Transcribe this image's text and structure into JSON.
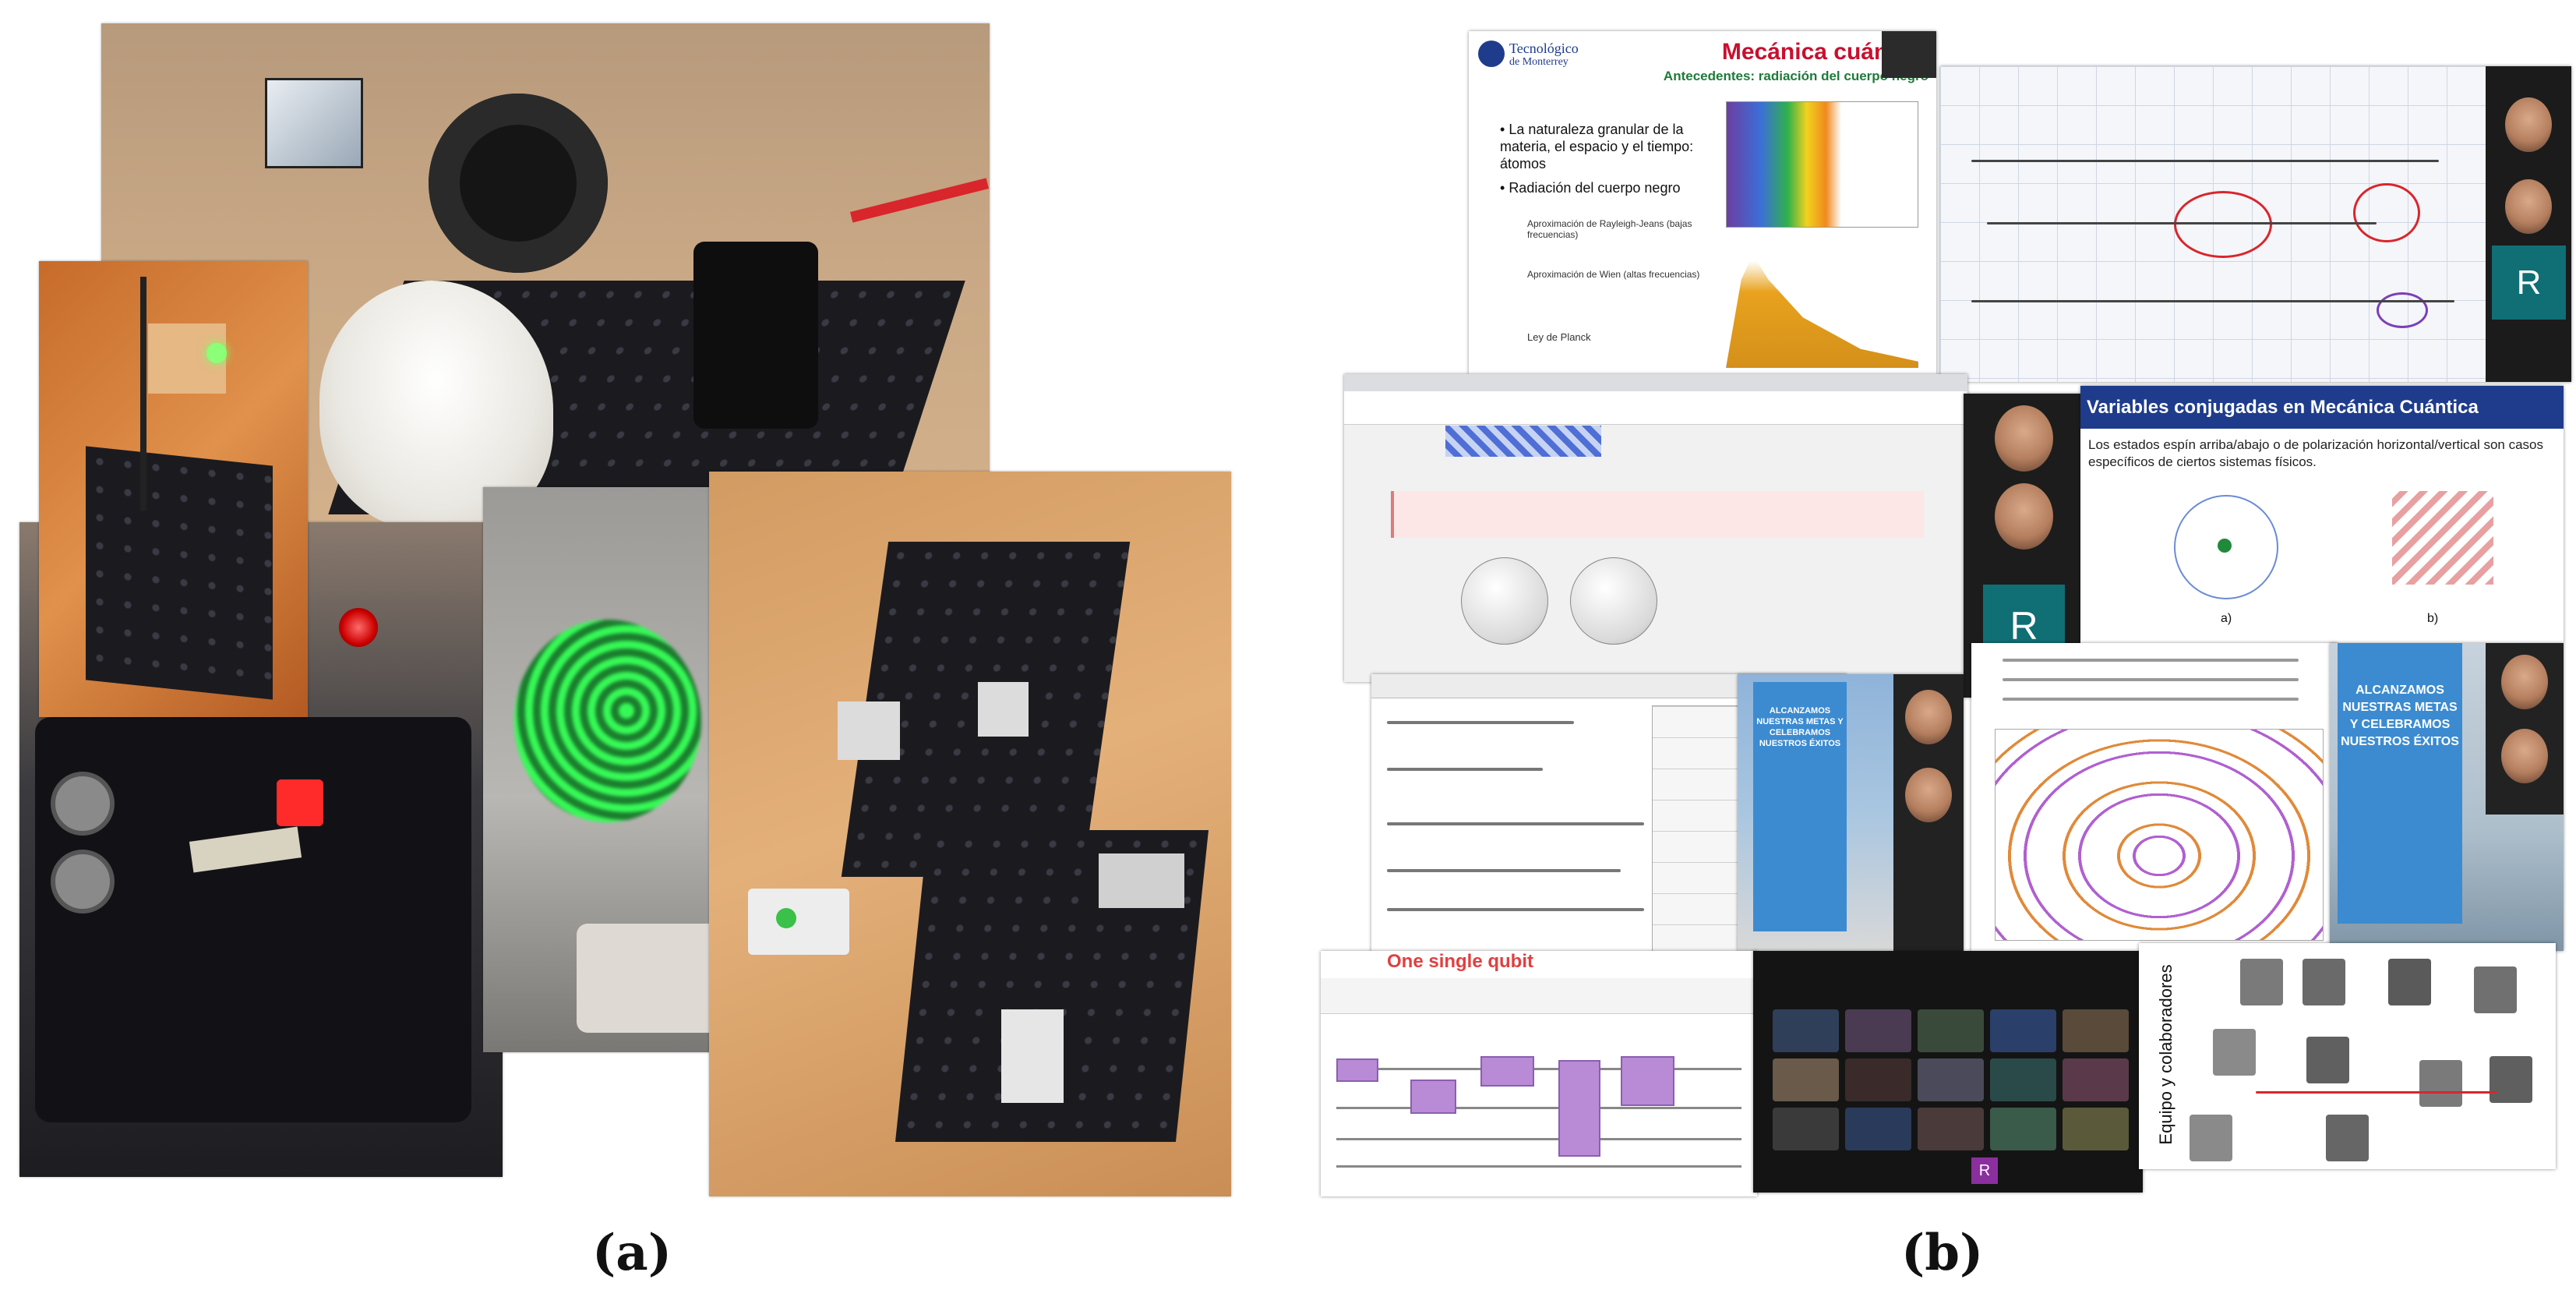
{
  "panels": {
    "a": {
      "label": "(a)"
    },
    "b": {
      "label": "(b)"
    }
  },
  "slide_blackbody": {
    "logo_line1": "Tecnológico",
    "logo_line2": "de Monterrey",
    "title": "Mecánica cuántica",
    "subtitle": "Antecedentes: radiación del cuerpo negro",
    "bullets": [
      "La naturaleza granular de la materia, el espacio y el tiempo: átomos",
      "Radiación del cuerpo negro"
    ],
    "sub_bullets": [
      "Aproximación de Rayleigh-Jeans (bajas frecuencias)",
      "Aproximación de Wien (altas frecuencias)",
      "Ley de Planck"
    ]
  },
  "slide_conjugate": {
    "title": "Variables conjugadas en Mecánica Cuántica",
    "body": "Los estados espín arriba/abajo o de polarización horizontal/vertical son casos específicos de ciertos sistemas físicos.",
    "fig_a": "a)",
    "fig_b": "b)"
  },
  "banner_left": {
    "text": "ALCANZAMOS NUESTRAS METAS Y CELEBRAMOS NUESTROS ÉXITOS"
  },
  "banner_right": {
    "text": "ALCANZAMOS NUESTRAS METAS Y CELEBRAMOS NUESTROS ÉXITOS"
  },
  "circuit": {
    "title": "One single qubit"
  },
  "team": {
    "title": "Equipo y colaboradores"
  },
  "avatars": {
    "r1": "R",
    "r2": "R",
    "r3": "R"
  },
  "colors": {
    "slide_red": "#c8102e",
    "slide_blue": "#1f3c8c",
    "avatar_teal": "#0f6f75",
    "avatar_purple": "#8b2f9e",
    "laser_green": "#3dff55",
    "laser_red": "#ff2a2a"
  }
}
